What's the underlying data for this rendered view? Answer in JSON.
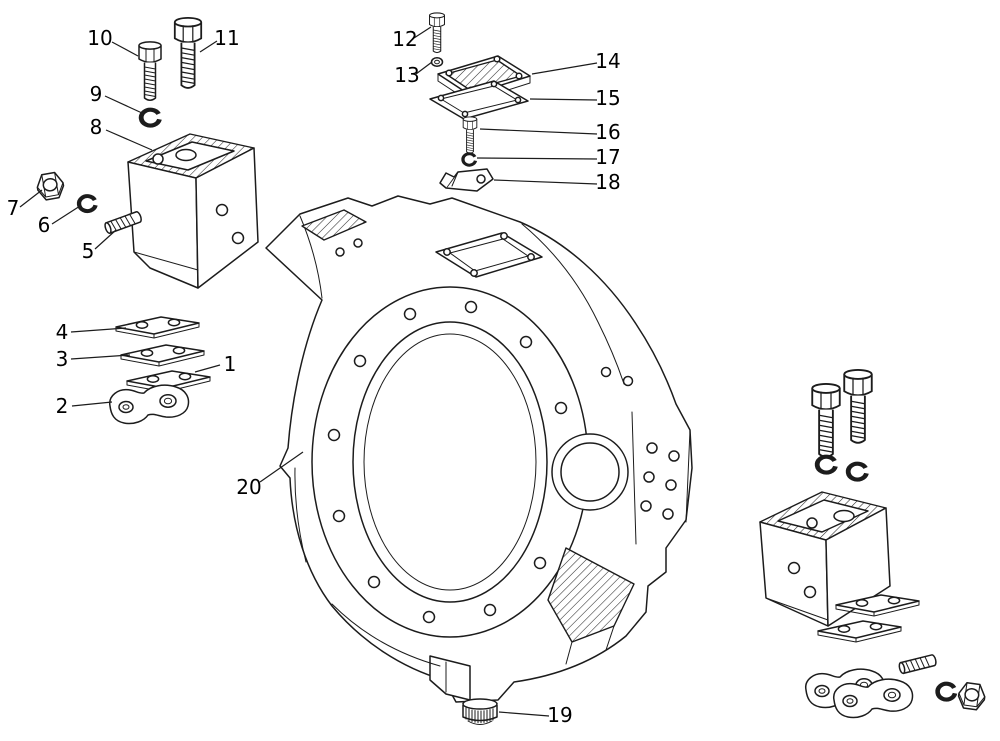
{
  "diagram": {
    "colors": {
      "background": "#ffffff",
      "line": "#1c1c1c",
      "label_text": "#000000"
    },
    "labels": [
      "1",
      "2",
      "3",
      "4",
      "5",
      "6",
      "7",
      "8",
      "9",
      "10",
      "11",
      "12",
      "13",
      "14",
      "15",
      "16",
      "17",
      "18",
      "19",
      "20"
    ]
  }
}
